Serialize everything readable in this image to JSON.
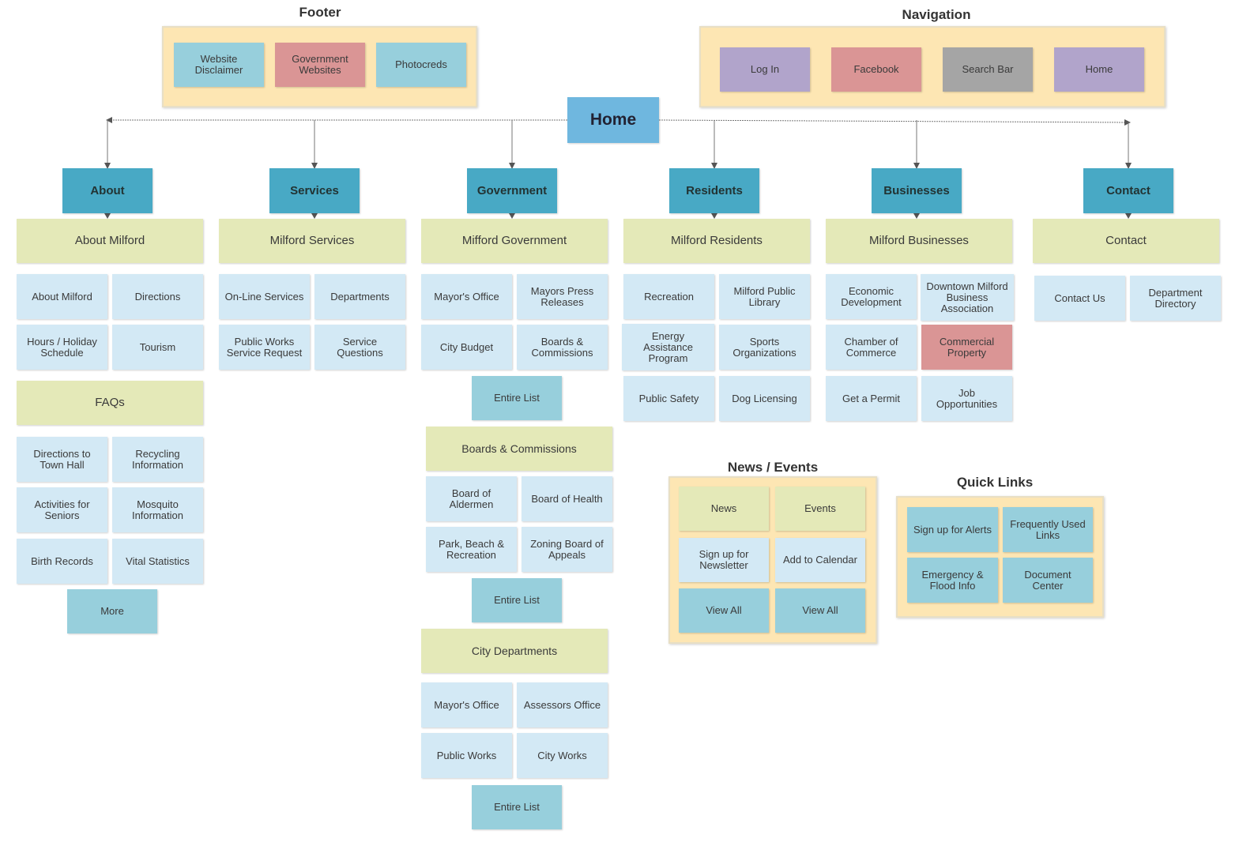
{
  "home": "Home",
  "footer": {
    "title": "Footer",
    "items": [
      "Website\nDisclaimer",
      "Government\nWebsites",
      "Photocreds"
    ]
  },
  "navigation": {
    "title": "Navigation",
    "items": [
      "Log In",
      "Facebook",
      "Search Bar",
      "Home"
    ]
  },
  "about": {
    "section": "About",
    "header": "About Milford",
    "items": [
      "About Milford",
      "Directions",
      "Hours / Holiday\nSchedule",
      "Tourism"
    ],
    "faq_header": "FAQs",
    "faqs": [
      "Directions to\nTown Hall",
      "Recycling\nInformation",
      "Activities for\nSeniors",
      "Mosquito\nInformation",
      "Birth Records",
      "Vital Statistics"
    ],
    "more": "More"
  },
  "services": {
    "section": "Services",
    "header": "Milford Services",
    "items": [
      "On-Line Services",
      "Departments",
      "Public Works\nService Request",
      "Service\nQuestions"
    ]
  },
  "government": {
    "section": "Government",
    "header": "Mifford Government",
    "items": [
      "Mayor's Office",
      "Mayors Press\nReleases",
      "City Budget",
      "Boards &\nCommissions"
    ],
    "entire_list_1": "Entire List",
    "boards_header": "Boards & Commissions",
    "boards": [
      "Board of\nAldermen",
      "Board of Health",
      "Park, Beach &\nRecreation",
      "Zoning Board of\nAppeals"
    ],
    "entire_list_2": "Entire List",
    "depts_header": "City Departments",
    "depts": [
      "Mayor's Office",
      "Assessors Office",
      "Public Works",
      "City Works"
    ],
    "entire_list_3": "Entire List"
  },
  "residents": {
    "section": "Residents",
    "header": "Milford Residents",
    "items": [
      "Recreation",
      "Milford Public\nLibrary",
      "Energy\nAssistance\nProgram",
      "Sports\nOrganizations",
      "Public Safety",
      "Dog Licensing"
    ]
  },
  "businesses": {
    "section": "Businesses",
    "header": "Milford Businesses",
    "items": [
      "Economic\nDevelopment",
      "Downtown Milford\nBusiness\nAssociation",
      "Chamber of\nCommerce",
      "Commercial\nProperty",
      "Get a Permit",
      "Job\nOpportunities"
    ]
  },
  "contact": {
    "section": "Contact",
    "header": "Contact",
    "items": [
      "Contact Us",
      "Department\nDirectory"
    ]
  },
  "news_events": {
    "title": "News / Events",
    "items": [
      "News",
      "Events",
      "Sign up for\nNewsletter",
      "Add to Calendar",
      "View All",
      "View All"
    ]
  },
  "quick_links": {
    "title": "Quick Links",
    "items": [
      "Sign up for Alerts",
      "Frequently Used\nLinks",
      "Emergency &\nFlood Info",
      "Document\nCenter"
    ]
  },
  "colors": {
    "section": "#48a9c5",
    "home": "#6fb7df",
    "header": "#e4e9b8",
    "item": "#d3e9f5",
    "link_item": "#97cfdc",
    "highlight": "#da9595",
    "nav_login": "#b1a4cb",
    "nav_search": "#a5a5a5",
    "panel": "#fde6b3"
  }
}
